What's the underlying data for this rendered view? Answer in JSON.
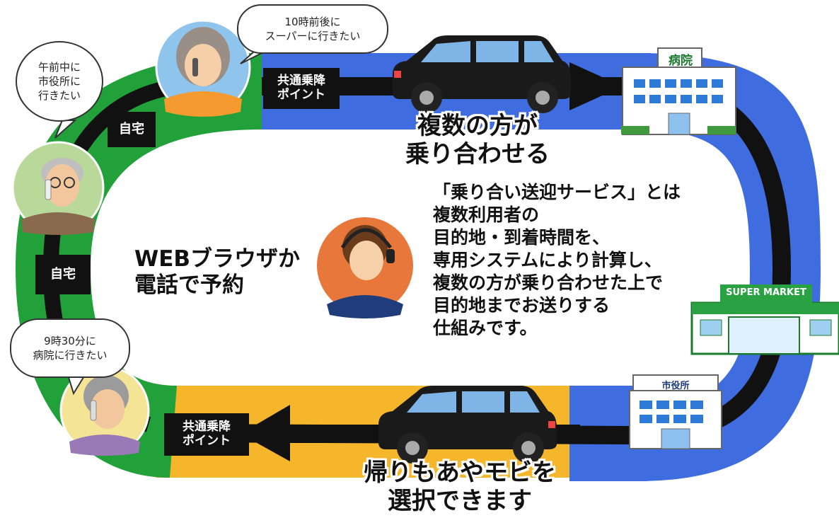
{
  "colors": {
    "green": "#22a03a",
    "blue": "#3f6de0",
    "orange": "#f6b62b",
    "road": "#111111",
    "building": "#2d7bd6"
  },
  "stops": {
    "home_1": "自宅",
    "home_2": "自宅",
    "pickup_top": [
      "共通乗降",
      "ポイント"
    ],
    "pickup_bottom": [
      "共通乗降",
      "ポイント"
    ]
  },
  "bubbles": {
    "supermarket_request": [
      "10時前後に",
      "スーパーに行きたい"
    ],
    "city_hall_request": [
      "午前中に",
      "市役所に",
      "行きたい"
    ],
    "hospital_request": [
      "9時30分に",
      "病院に行きたい"
    ]
  },
  "buildings": {
    "hospital": "病院",
    "supermarket": "SUPER MARKET",
    "city_hall": "市役所"
  },
  "captions": {
    "shared_ride": [
      "複数の方が",
      "乗り合わせる"
    ],
    "return_trip": [
      "帰りもあやモビを",
      "選択できます"
    ],
    "reservation": [
      "WEBブラウザか",
      "電話で予約"
    ]
  },
  "description": [
    "「乗り合い送迎サービス」とは",
    "複数利用者の",
    "目的地・到着時間を、",
    "専用システムにより計算し、",
    "複数の方が乗り合わせた上で",
    "目的地までお送りする",
    "仕組みです。"
  ],
  "icons": [
    "phone-user-woman-icon",
    "phone-user-man-icon",
    "phone-user-elder-icon",
    "operator-icon",
    "taxi-icon",
    "hospital-building-icon",
    "supermarket-building-icon",
    "city-hall-building-icon",
    "arrow-right-icon",
    "arrow-left-icon"
  ]
}
